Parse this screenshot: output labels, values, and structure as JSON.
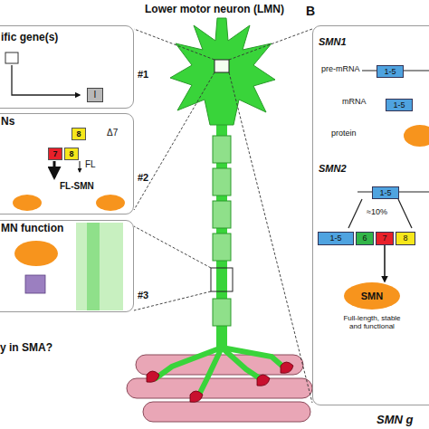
{
  "diagram": {
    "title": "Lower motor neuron (LMN)",
    "nodes": [
      {
        "text": [
          "ific gene(s)"
        ]
      },
      {
        "text": [
          "I"
        ],
        "in": 0
      },
      {
        "text": [
          "Ns"
        ]
      },
      {
        "text": [
          "8"
        ],
        "in": 2
      },
      {
        "text": [
          "7"
        ],
        "in": 2
      },
      {
        "text": [
          "8"
        ],
        "in": 2
      },
      {
        "text": [
          "MN function"
        ]
      },
      {
        "text": [
          "SMN g"
        ]
      },
      {
        "text": [
          "1-5"
        ],
        "in": 7
      },
      {
        "text": [
          "1-5"
        ],
        "in": 7
      },
      {
        "text": [
          "1-5"
        ],
        "in": 7
      },
      {
        "text": [
          "1-5"
        ],
        "in": 7
      },
      {
        "text": [
          "6"
        ],
        "in": 7
      },
      {
        "text": [
          "7"
        ],
        "in": 7
      },
      {
        "text": [
          "8"
        ],
        "in": 7
      },
      {
        "text": [
          "SMN"
        ],
        "in": 7
      }
    ],
    "edges": [
      {
        "from": 13,
        "to": 15,
        "arrow": "to"
      }
    ],
    "labels": [
      "#1",
      "#2",
      "#3",
      "Δ7",
      "FL",
      "FL-SMN",
      "y in SMA?",
      "B",
      "SMN1",
      "pre-mRNA",
      "mRNA",
      "protein",
      "SMN2",
      "≈10%",
      "Full-length, stable and functional"
    ]
  }
}
